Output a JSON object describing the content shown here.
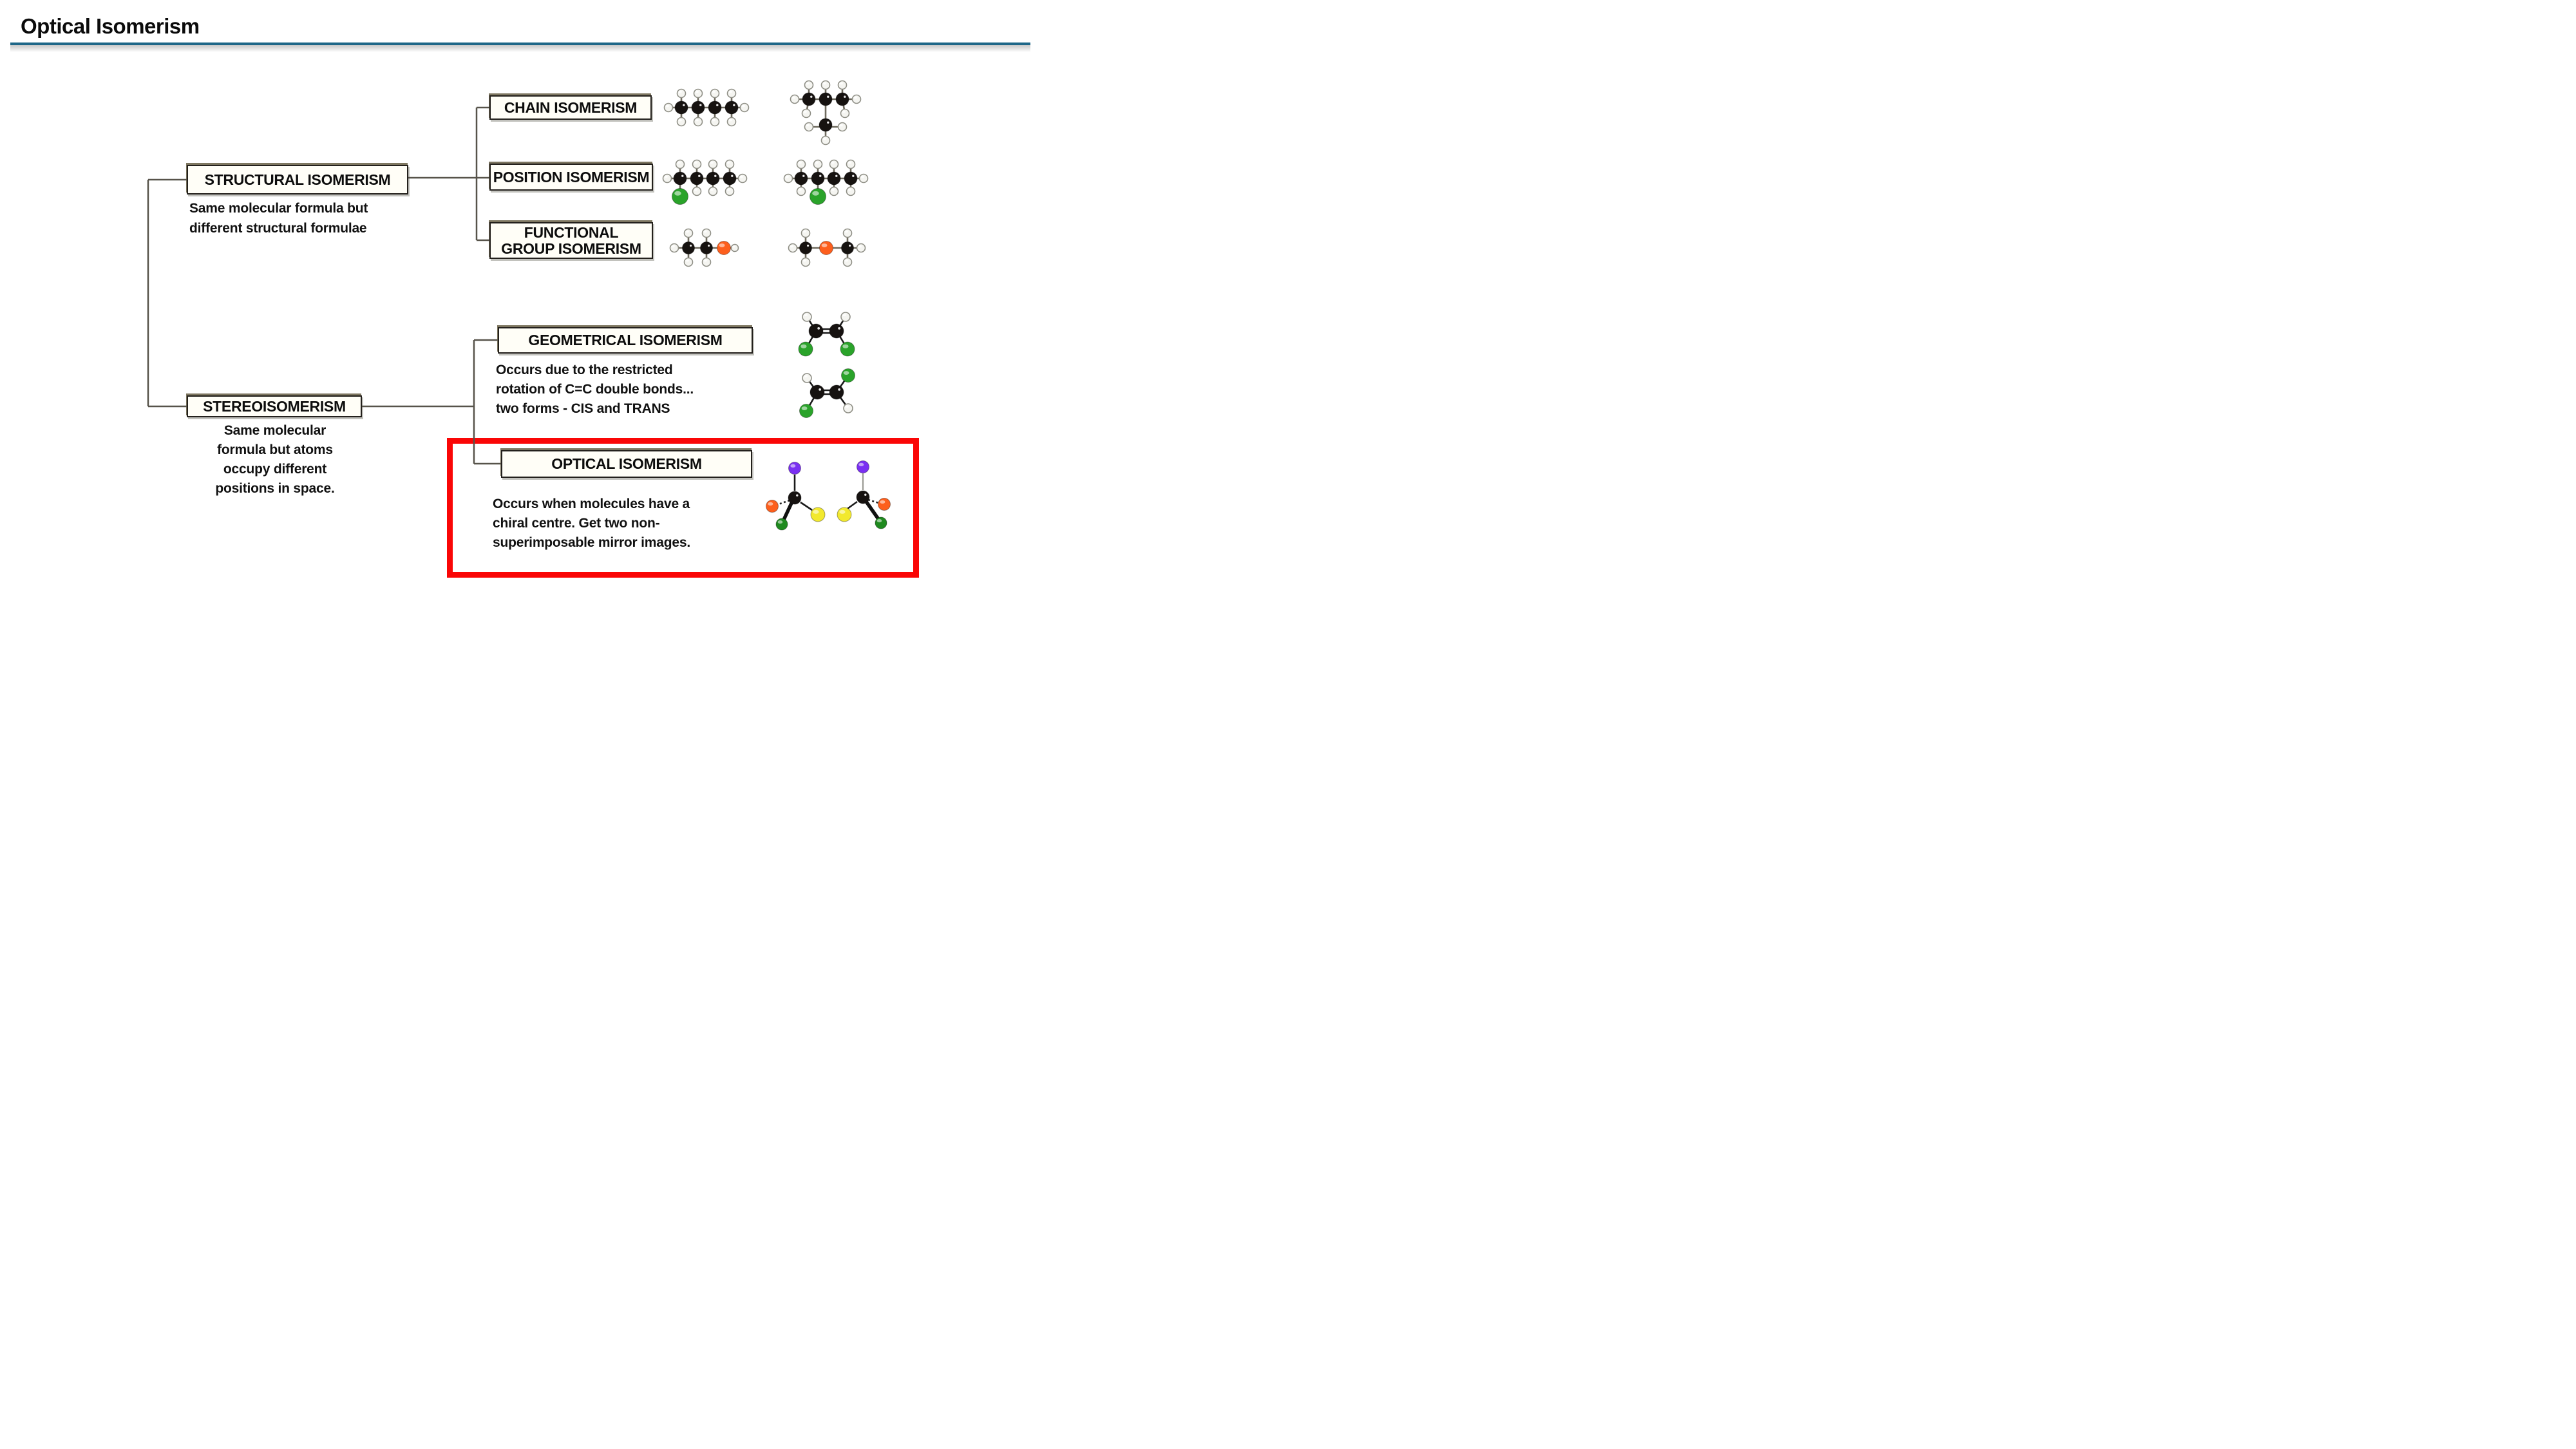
{
  "title": "Optical Isomerism",
  "colors": {
    "rule_teal": "#1f6788",
    "accent_red": "#fa0606",
    "atom_carbon": "#161210",
    "atom_hydrogen": "#f5f5f1",
    "atom_chlorine_green": "#2aa32a",
    "atom_green_dark": "#1f8a1f",
    "atom_oxygen_orange": "#fd5f1d",
    "atom_purple": "#7a2ff2",
    "atom_yellow": "#f2e92e",
    "bond_gray": "#6e6a5e",
    "line_color": "#57534a"
  },
  "nodes": {
    "structural": {
      "label": "STRUCTURAL ISOMERISM",
      "desc": [
        "Same molecular formula but",
        "different structural formulae"
      ]
    },
    "chain": {
      "label": "CHAIN ISOMERISM"
    },
    "position": {
      "label": "POSITION ISOMERISM"
    },
    "functional": {
      "label": "FUNCTIONAL GROUP ISOMERISM"
    },
    "geometrical": {
      "label": "GEOMETRICAL ISOMERISM",
      "desc": [
        "Occurs due to the restricted",
        "rotation of C=C double bonds...",
        "two forms - CIS and TRANS"
      ]
    },
    "stereo": {
      "label": "STEREOISOMERISM",
      "desc": [
        "Same molecular",
        "formula but atoms",
        "occupy different",
        "positions in space."
      ]
    },
    "optical": {
      "label": "OPTICAL ISOMERISM",
      "desc": [
        "Occurs when molecules have a",
        "chiral centre.  Get two non-",
        "superimposable mirror images."
      ]
    }
  }
}
